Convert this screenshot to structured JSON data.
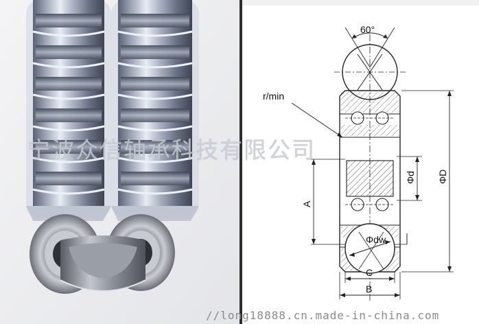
{
  "drawing": {
    "angle_label": "60°",
    "r_label": "r/min",
    "d_label": "Φd",
    "D_label": "ΦD",
    "A_label": "A",
    "dw_label": "Φdw",
    "C_label": "C",
    "B_label": "B"
  },
  "watermark": "宁波众信轴承科技有限公司",
  "footer": {
    "url": "//long18888.cn.made-in-china.com"
  }
}
